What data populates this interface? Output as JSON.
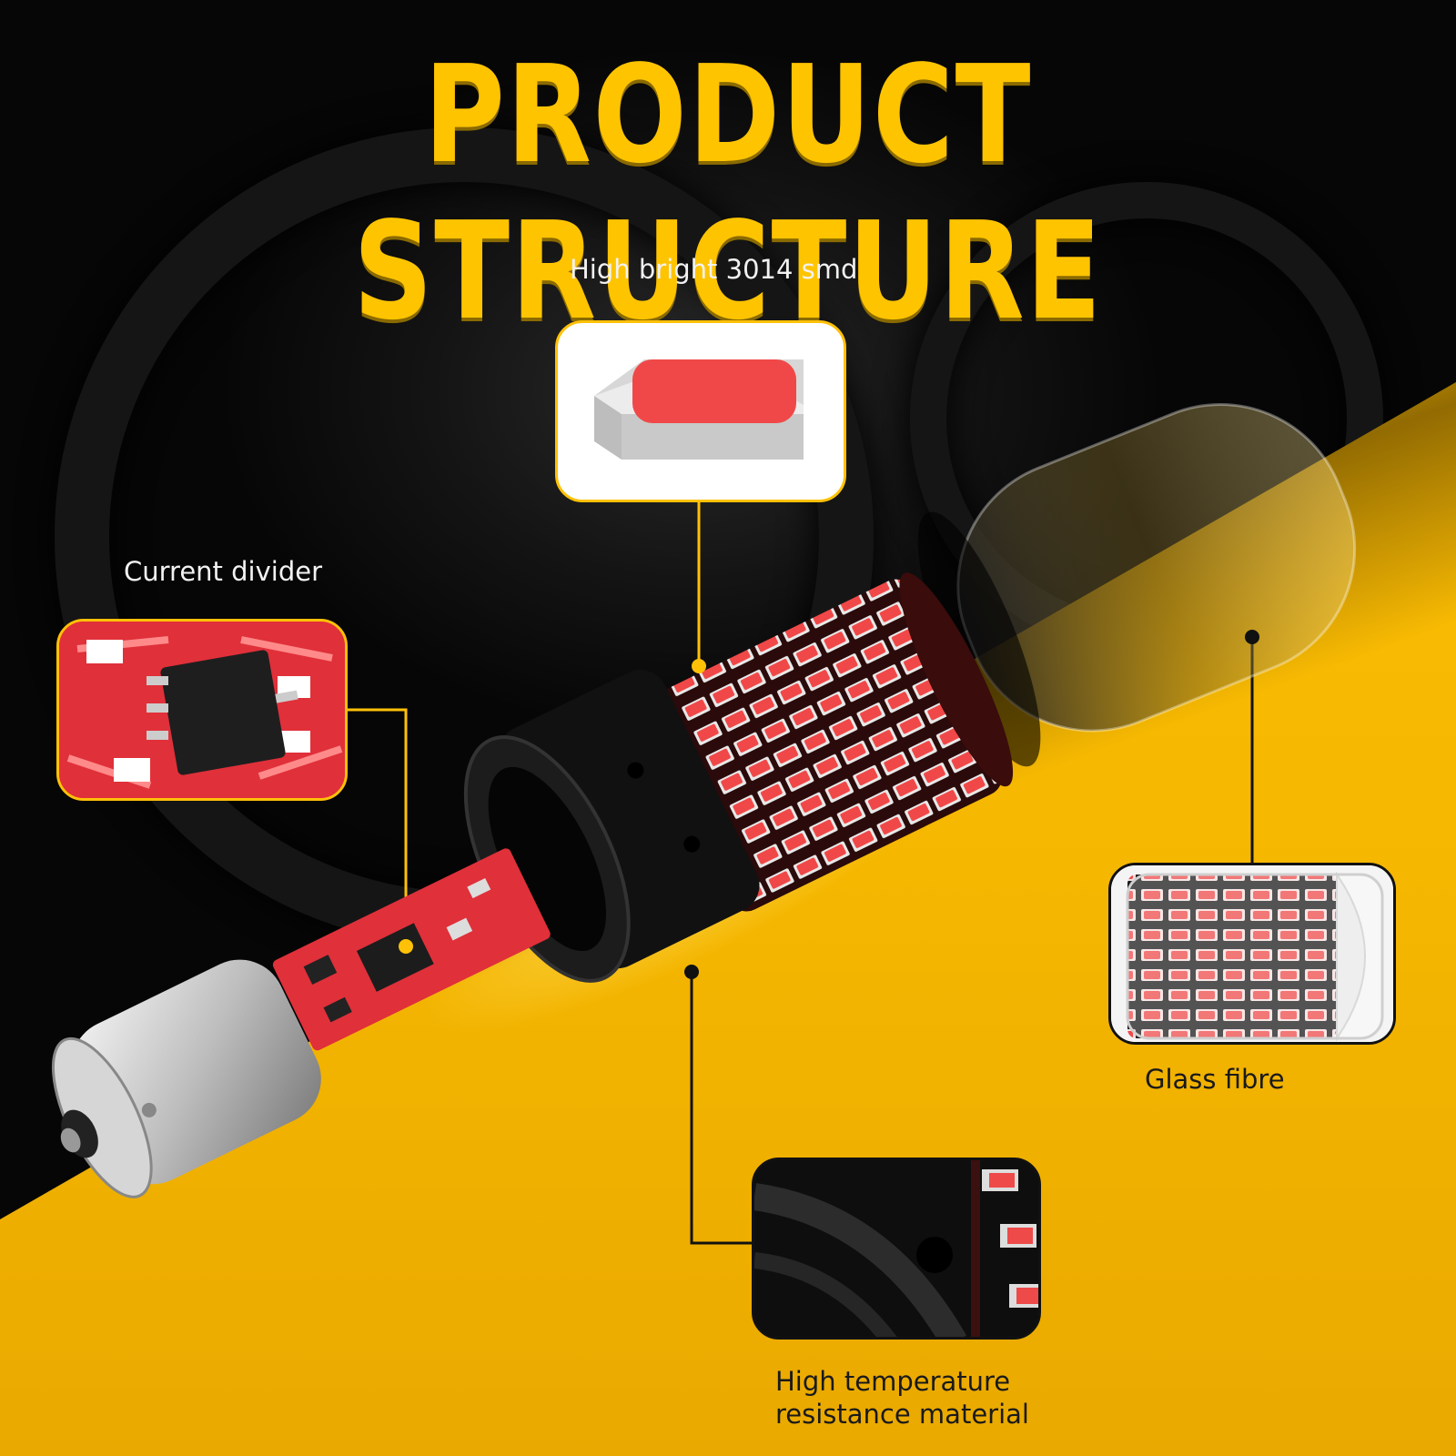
{
  "title": "PRODUCT STRUCTURE",
  "callouts": {
    "smd": {
      "label": "High bright 3014 smd"
    },
    "divider": {
      "label": "Current divider"
    },
    "glass": {
      "label": "Glass fibre"
    },
    "material": {
      "label_line1": "High temperature",
      "label_line2": "resistance material"
    }
  },
  "colors": {
    "accent_yellow": "#ffc107",
    "background_dark": "#050505",
    "led_red": "#f04848",
    "pcb_red": "#e0303a"
  }
}
